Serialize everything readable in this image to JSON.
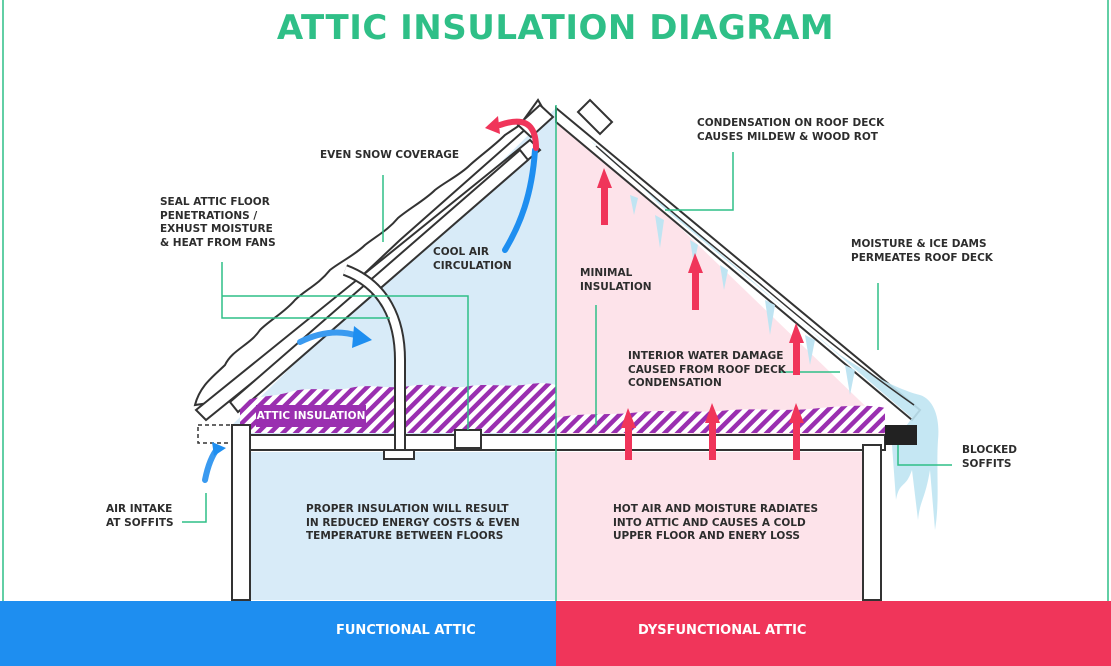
{
  "title": "ATTIC INSULATION DIAGRAM",
  "colors": {
    "title": "#2fbf87",
    "functional": "#1e8ef0",
    "dysfunctional": "#f0355a",
    "cool_area": "#d8ebf8",
    "warm_area": "#fde3ea",
    "insulation": "#9a2fb0",
    "leader": "#2fbf87"
  },
  "labels": {
    "even_snow": "EVEN SNOW COVERAGE",
    "seal_attic": "SEAL ATTIC FLOOR\nPENETRATIONS /\nEXHUST MOISTURE\n& HEAT FROM FANS",
    "cool_air": "COOL AIR\nCIRCULATION",
    "attic_insulation": "ATTIC INSULATION",
    "air_intake": "AIR INTAKE\nAT SOFFITS",
    "proper_insulation": "PROPER INSULATION WILL RESULT\nIN REDUCED ENERGY COSTS & EVEN\nTEMPERATURE BETWEEN FLOORS",
    "condensation": "CONDENSATION ON ROOF DECK\nCAUSES MILDEW & WOOD ROT",
    "moisture_ice": "MOISTURE & ICE DAMS\nPERMEATES ROOF DECK",
    "minimal_insulation": "MINIMAL\nINSULATION",
    "interior_water": "INTERIOR WATER DAMAGE\nCAUSED FROM ROOF DECK\nCONDENSATION",
    "blocked_soffits": "BLOCKED\nSOFFITS",
    "hot_air": "HOT AIR AND MOISTURE RADIATES\nINTO ATTIC AND CAUSES A COLD\nUPPER FLOOR AND ENERY LOSS"
  },
  "footer": {
    "left": "FUNCTIONAL ATTIC",
    "right": "DYSFUNCTIONAL ATTIC"
  }
}
